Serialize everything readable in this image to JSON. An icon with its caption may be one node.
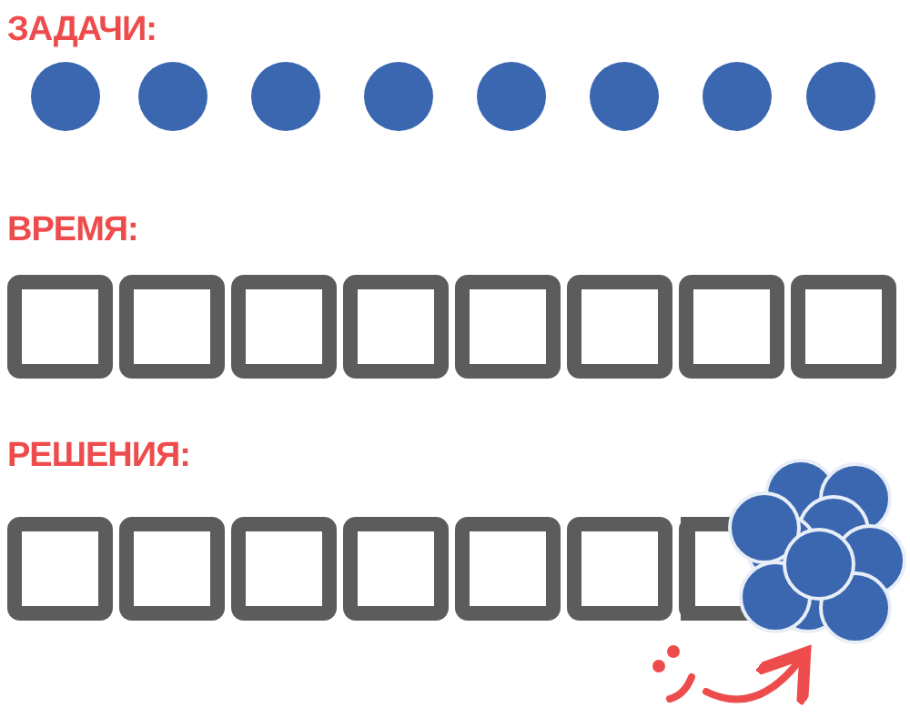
{
  "diagram": {
    "nodes": [
      {
        "text": [],
        "shape": "picture"
      },
      {
        "text": [],
        "shape": "picture"
      }
    ],
    "edges": [
      {
        "from": 0,
        "to": 1,
        "arrow": "to"
      }
    ],
    "labels": [
      "ЗАДАЧИ:",
      "ВРЕМЯ:",
      "РЕШЕНИЯ:"
    ]
  }
}
